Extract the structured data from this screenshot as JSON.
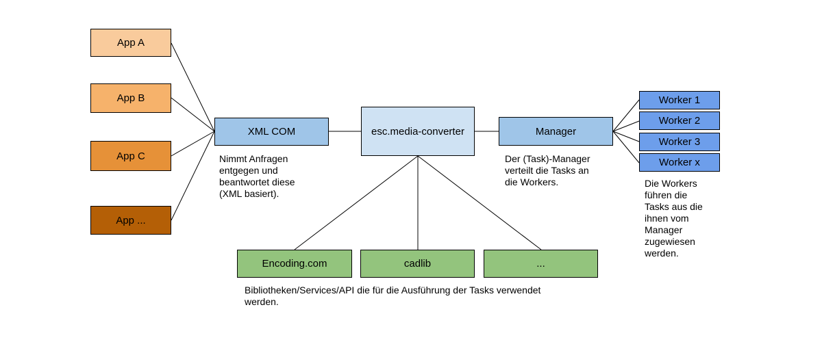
{
  "diagram": {
    "apps": [
      {
        "label": "App A",
        "fill": "#F9CB9C"
      },
      {
        "label": "App B",
        "fill": "#F6B26B"
      },
      {
        "label": "App C",
        "fill": "#E69138"
      },
      {
        "label": "App ...",
        "fill": "#B45F06"
      }
    ],
    "xml_com": {
      "label": "XML COM",
      "fill": "#9FC5E8"
    },
    "core": {
      "label": "esc.media-converter",
      "fill": "#CFE2F3"
    },
    "manager": {
      "label": "Manager",
      "fill": "#9FC5E8"
    },
    "workers": [
      {
        "label": "Worker 1"
      },
      {
        "label": "Worker 2"
      },
      {
        "label": "Worker 3"
      },
      {
        "label": "Worker x"
      }
    ],
    "worker_fill": "#6D9EEB",
    "libraries": [
      {
        "label": "Encoding.com"
      },
      {
        "label": "cadlib"
      },
      {
        "label": "..."
      }
    ],
    "library_fill": "#93C47D"
  },
  "annotations": {
    "xml_com": "Nimmt Anfragen\nentgegen und\nbeantwortet diese\n(XML basiert).",
    "manager": "Der (Task)-Manager\nverteilt die Tasks an\ndie Workers.",
    "workers": "Die Workers\nführen die\nTasks aus die\nihnen vom\nManager\nzugewiesen\nwerden.",
    "libraries": "Bibliotheken/Services/API die für die Ausführung der Tasks verwendet\nwerden."
  },
  "colors": {
    "connector": "#000000",
    "border": "#000000",
    "background": "#FFFFFF",
    "text": "#000000"
  }
}
